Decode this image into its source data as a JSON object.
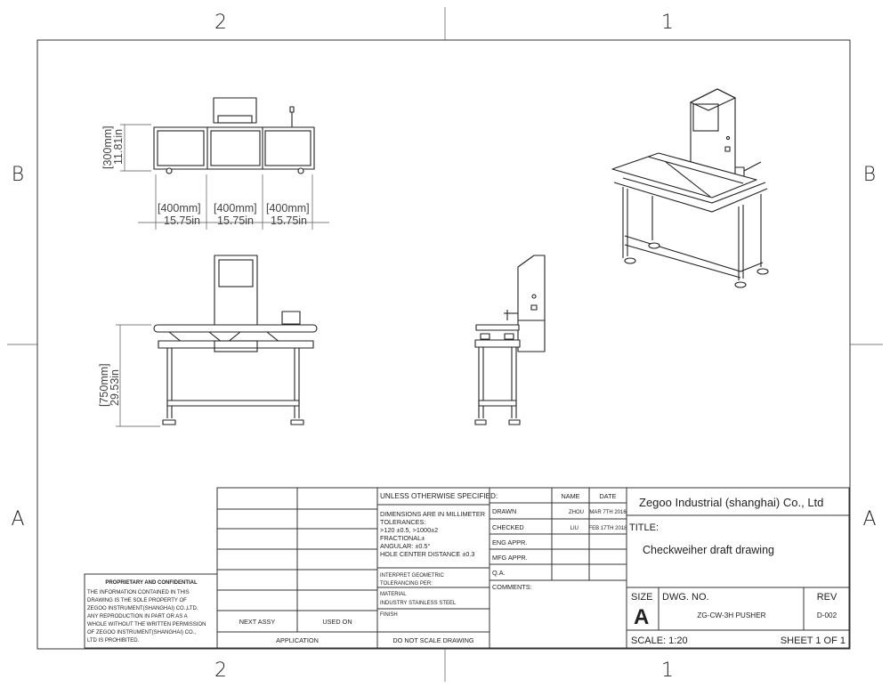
{
  "zones": {
    "top": [
      "2",
      "1"
    ],
    "bottom": [
      "2",
      "1"
    ],
    "left": [
      "B",
      "A"
    ],
    "right": [
      "B",
      "A"
    ]
  },
  "dimensions": {
    "height_top": {
      "mm": "[300mm]",
      "in": "11.81in"
    },
    "widths": [
      {
        "mm": "[400mm]",
        "in": "15.75in"
      },
      {
        "mm": "[400mm]",
        "in": "15.75in"
      },
      {
        "mm": "[400mm]",
        "in": "15.75in"
      }
    ],
    "height_front": {
      "mm": "[750mm]",
      "in": "29.53in"
    }
  },
  "proprietary": {
    "title": "PROPRIETARY AND CONFIDENTIAL",
    "lines": [
      "THE INFORMATION CONTAINED IN THIS",
      "DRAWING IS THE SOLE PROPERTY OF",
      "ZEGOO INSTRUMENT(SHANGHAI) CO.,LTD.",
      "ANY REPRODUCTION IN PART OR AS A",
      "WHOLE  WITHOUT THE WRITTEN PERMISSION",
      "OF ZEGOO INSTRUMENT(SHANGHAI) CO.,",
      "LTD IS PROHIBITED."
    ]
  },
  "left_block": {
    "next_assy": "NEXT ASSY",
    "used_on": "USED ON",
    "application": "APPLICATION"
  },
  "spec": {
    "header": "UNLESS OTHERWISE SPECIFIED:",
    "dims": [
      "DIMENSIONS ARE IN MILLIMETER",
      "TOLERANCES:",
      " >120 ±0.5, >1000±2",
      "FRACTIONAL±",
      "ANGULAR: ±0.5°",
      "HOLE CENTER DISTANCE ±0.3"
    ],
    "interpret": [
      "INTERPRET GEOMETRIC",
      "TOLERANCING PER:"
    ],
    "material_label": "MATERIAL",
    "material_value": "INDUSTRY STAINLESS STEEL",
    "finish": "FINISH",
    "do_not_scale": "DO NOT SCALE DRAWING"
  },
  "approvals": {
    "name_header": "NAME",
    "date_header": "DATE",
    "rows": [
      {
        "label": "DRAWN",
        "name": "ZHOU",
        "date": "MAR 7TH 2016"
      },
      {
        "label": "CHECKED",
        "name": "LIU",
        "date": "FEB 17TH 2018"
      },
      {
        "label": "ENG APPR.",
        "name": "",
        "date": ""
      },
      {
        "label": "MFG APPR.",
        "name": "",
        "date": ""
      },
      {
        "label": "Q.A.",
        "name": "",
        "date": ""
      }
    ],
    "comments": "COMMENTS:"
  },
  "title_block": {
    "company": "Zegoo Industrial (shanghai) Co., Ltd",
    "title_label": "TITLE:",
    "title_value": "Checkweiher draft drawing",
    "size_label": "SIZE",
    "size_value": "A",
    "dwg_label": "DWG.  NO.",
    "dwg_value": "ZG-CW-3H PUSHER",
    "rev_label": "REV",
    "rev_value": "D-002",
    "scale": "SCALE: 1:20",
    "sheet": "SHEET 1 OF 1"
  },
  "colors": {
    "line": "#333333",
    "background": "#ffffff"
  }
}
